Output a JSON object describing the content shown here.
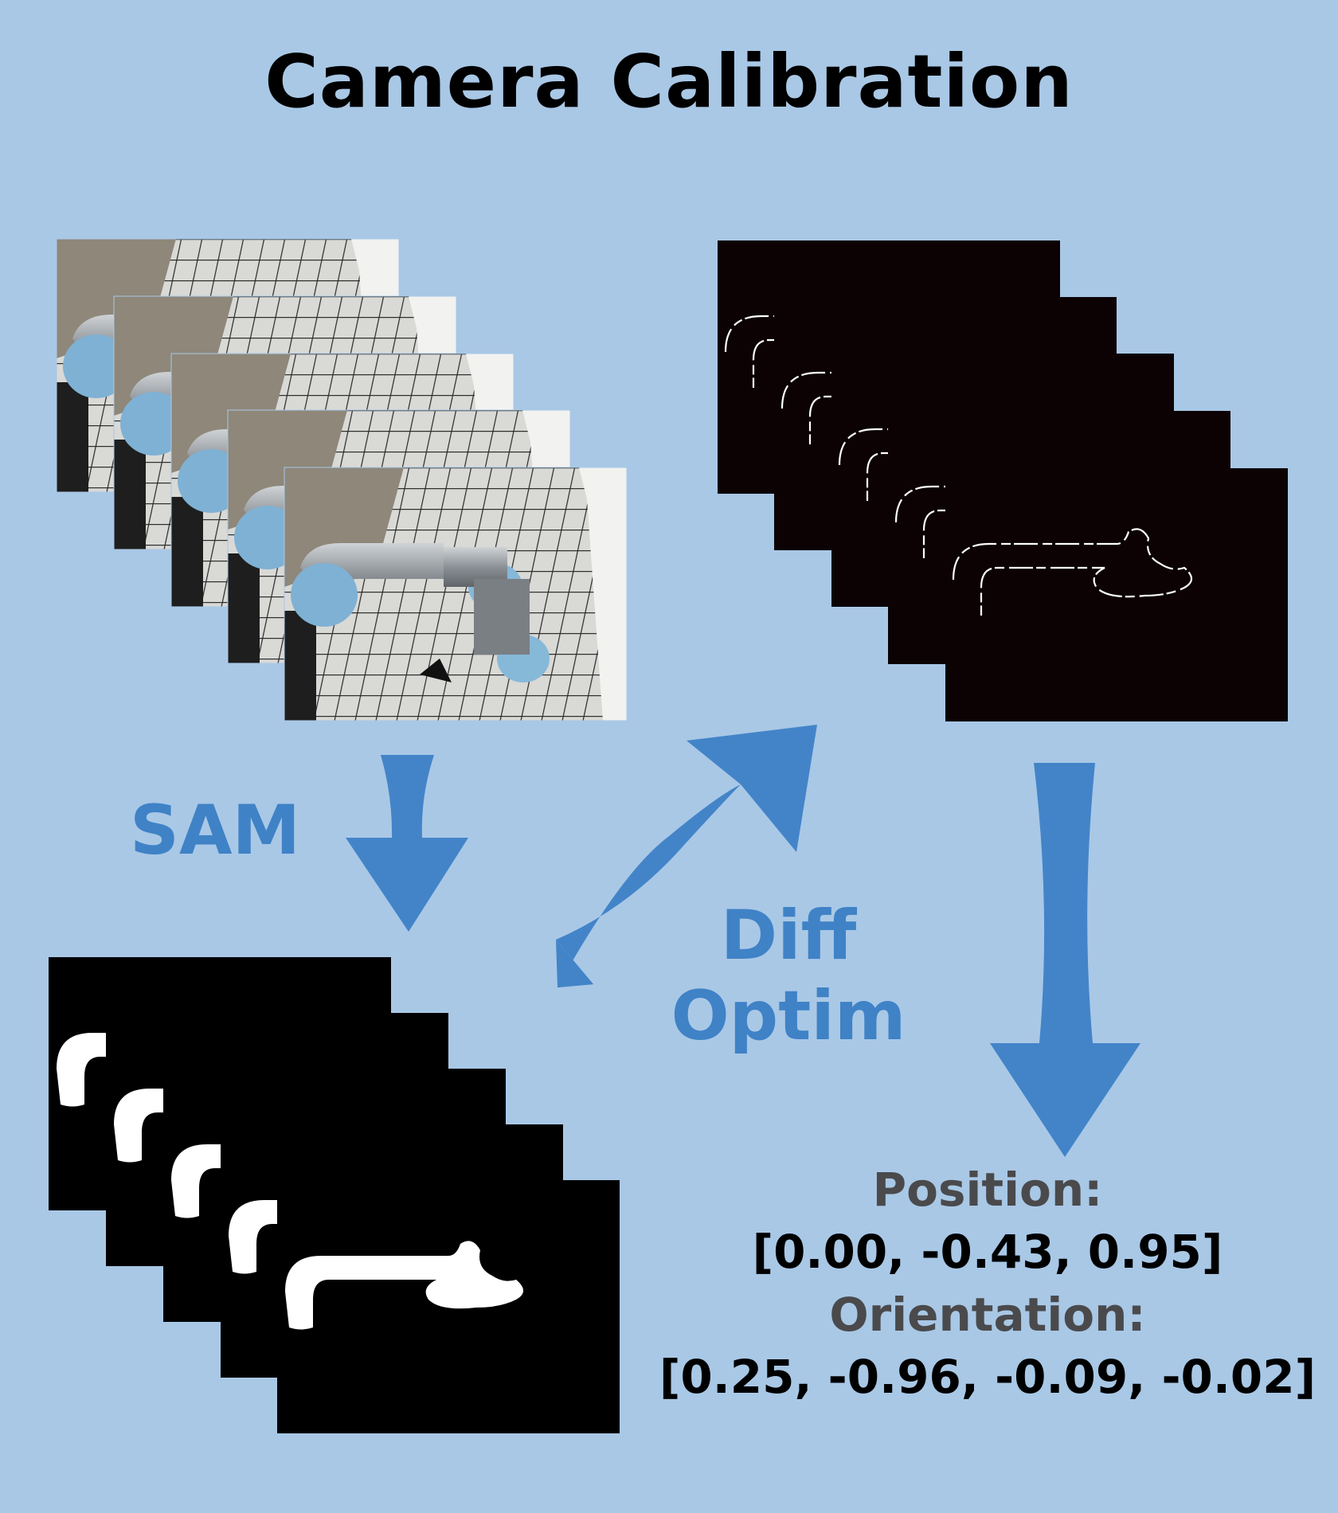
{
  "title": "Camera Calibration",
  "steps": {
    "sam_label": "SAM",
    "diff_label_line1": "Diff",
    "diff_label_line2": "Optim"
  },
  "result": {
    "position_label": "Position:",
    "position_value": "[0.00, -0.43, 0.95]",
    "orientation_label": "Orientation:",
    "orientation_value": "[0.25, -0.96, -0.09, -0.02]"
  },
  "colors": {
    "background": "#a9c8e6",
    "arrow": "#4384c8",
    "label_blue": "#3f82c6",
    "label_gray": "#4a4a4c"
  },
  "stacks": {
    "photo_frames": 5,
    "mask_frames": 5,
    "edge_frames": 5
  }
}
